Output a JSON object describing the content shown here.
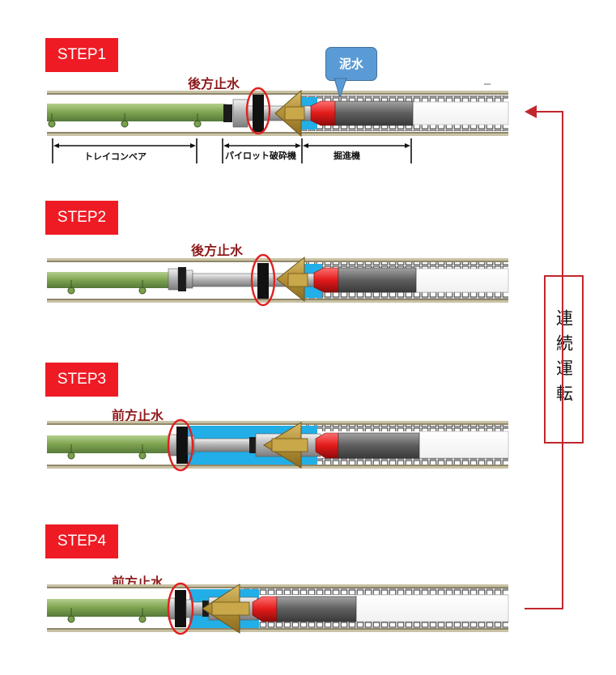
{
  "steps": [
    {
      "badge": "STEP1",
      "seal_label": "後方止水"
    },
    {
      "badge": "STEP2",
      "seal_label": "後方止水"
    },
    {
      "badge": "STEP3",
      "seal_label": "前方止水"
    },
    {
      "badge": "STEP4",
      "seal_label": "前方止水"
    }
  ],
  "callout": "泥水",
  "dimension_labels": {
    "conveyor": "トレイコンベア",
    "pilot_crusher": "パイロット破砕機",
    "tunneling_machine": "掘進機"
  },
  "continuous_operation": "連続運転",
  "colors": {
    "badge": "#ee1b24",
    "seal_circle": "#e02020",
    "slurry": "#22aee6",
    "conveyor": "#7da34f",
    "cone": "#b8953a",
    "machine": "#666666",
    "arrow": "#c0272d"
  }
}
